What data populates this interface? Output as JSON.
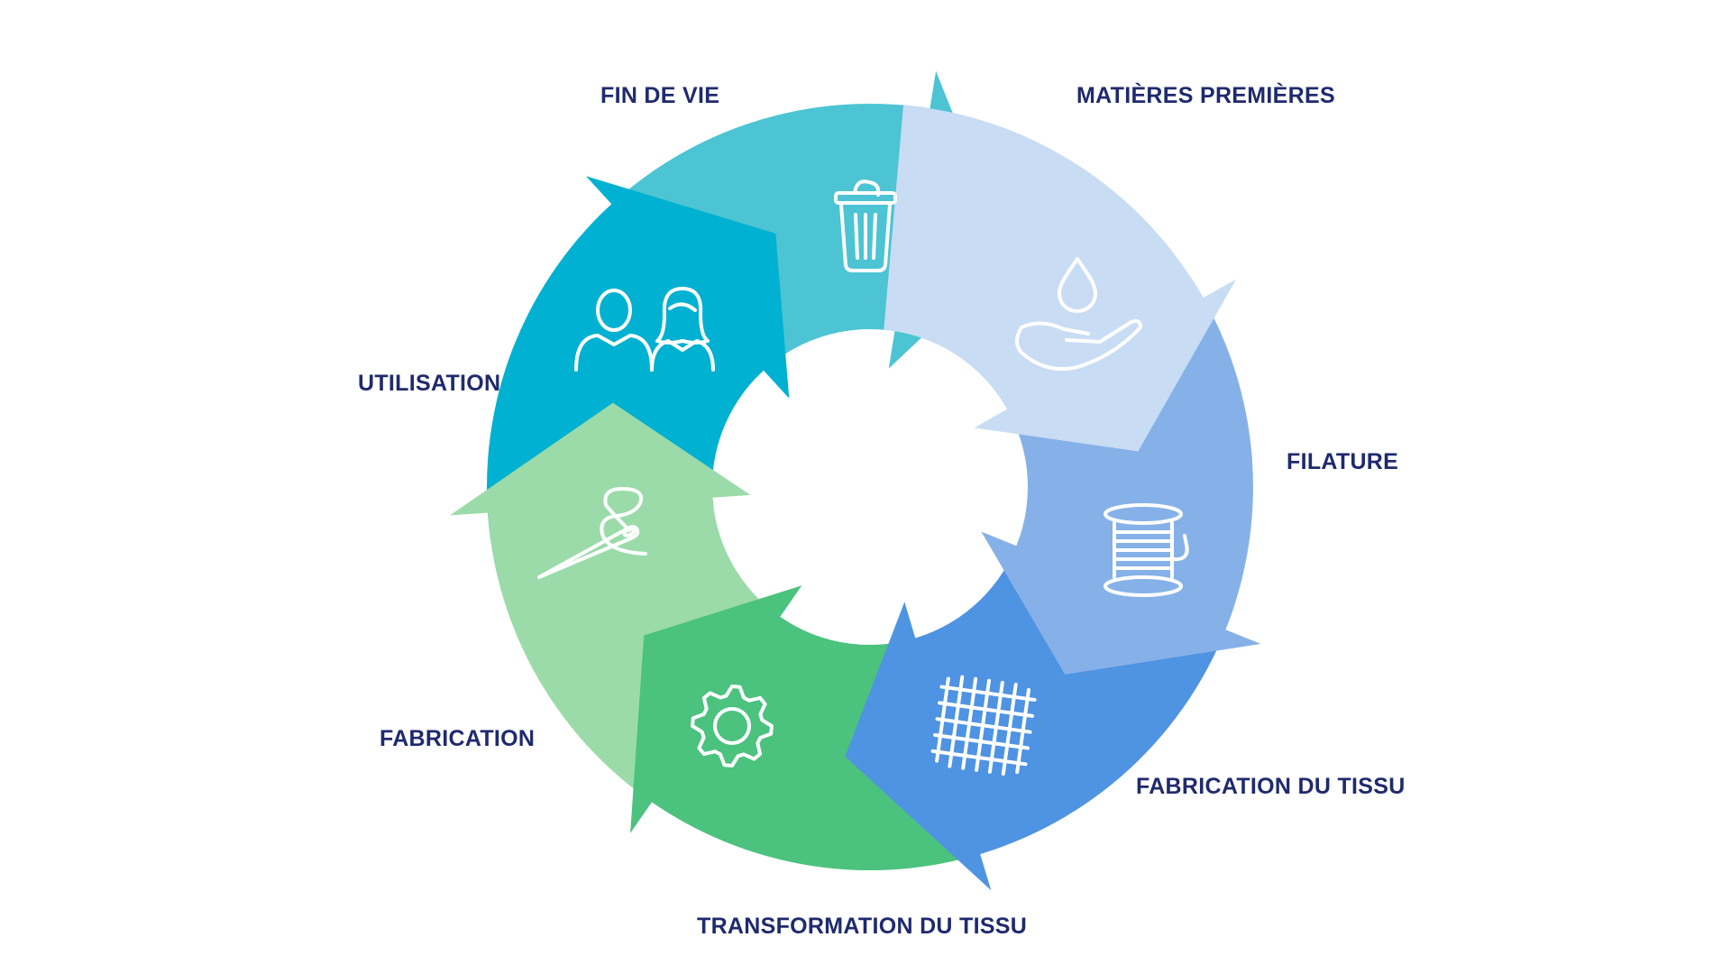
{
  "stages": [
    {
      "label": "MATIÈRES PREMIÈRES",
      "icon": "water-drop-hand-icon",
      "color": "#c8dcf4"
    },
    {
      "label": "FILATURE",
      "icon": "thread-spool-icon",
      "color": "#86b1e8"
    },
    {
      "label": "FABRICATION DU TISSU",
      "icon": "woven-fabric-icon",
      "color": "#4f93e3"
    },
    {
      "label": "TRANSFORMATION DU TISSU",
      "icon": "gear-icon",
      "color": "#4bc27e"
    },
    {
      "label": "FABRICATION",
      "icon": "needle-thread-icon",
      "color": "#9adba9"
    },
    {
      "label": "UTILISATION",
      "icon": "people-icon",
      "color": "#00b1d1"
    },
    {
      "label": "FIN DE VIE",
      "icon": "trash-bin-icon",
      "color": "#4cc4d4"
    }
  ],
  "label_color": "#1f2a6e"
}
